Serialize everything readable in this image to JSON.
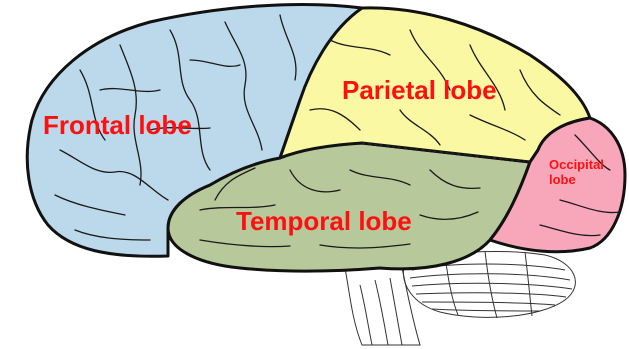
{
  "labels": {
    "frontal": "Frontal lobe",
    "parietal": "Parietal lobe",
    "temporal": "Temporal lobe",
    "occipital": "Occipital\nlobe"
  },
  "colors": {
    "frontal": "#bcd9ec",
    "parietal": "#fbf8a4",
    "temporal": "#b7c99a",
    "occipital": "#f7a7b9",
    "cerebellum": "#ffffff",
    "label": "#ff1010",
    "outline": "#111111"
  }
}
